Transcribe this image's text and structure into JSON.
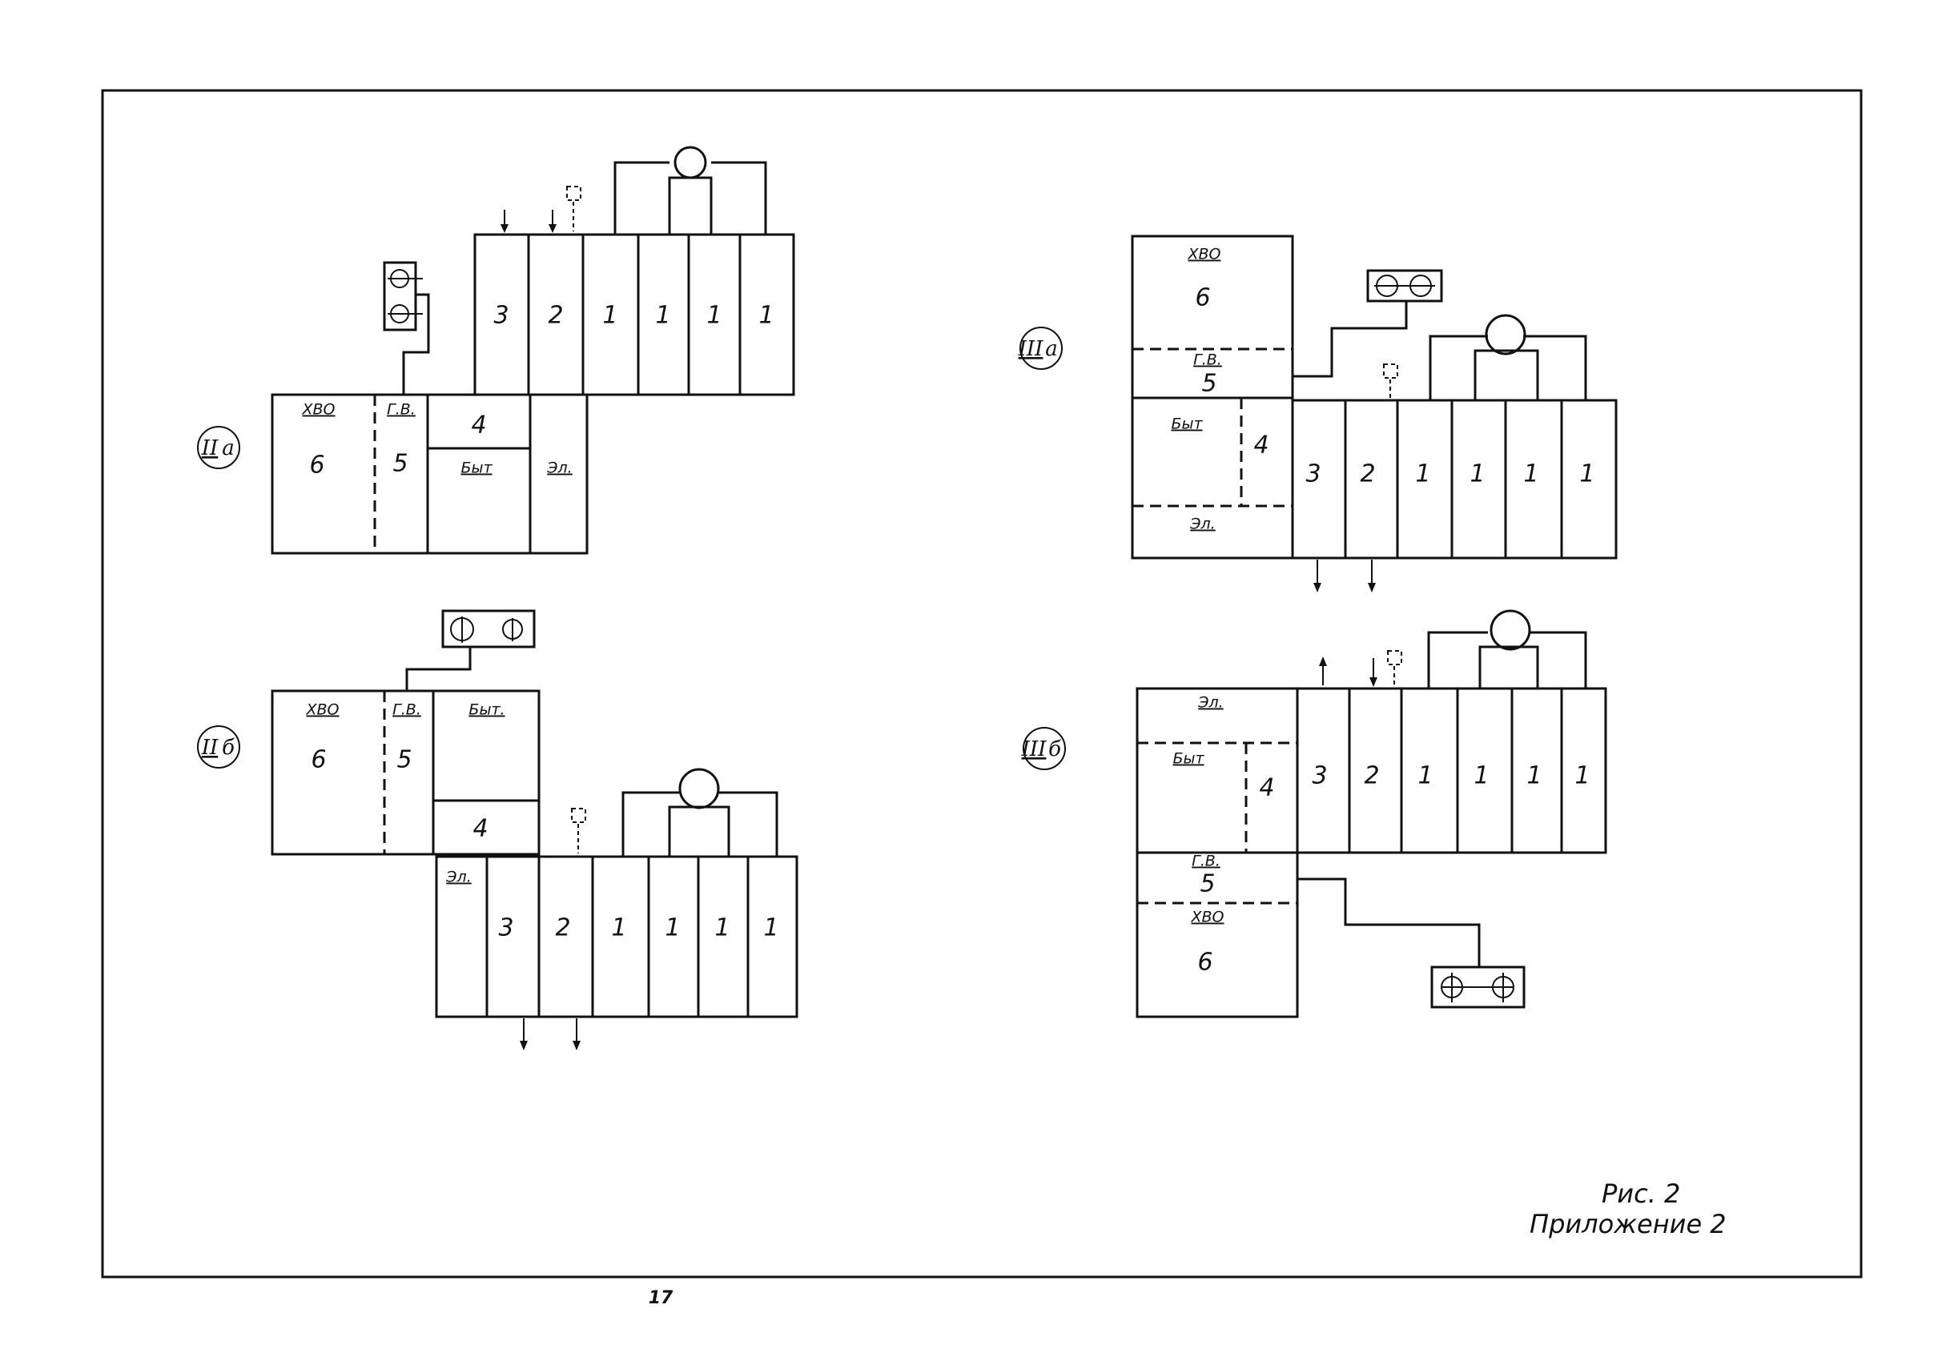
{
  "variants": [
    {
      "id": "IIa",
      "numeral": "II",
      "letter": "a",
      "bays": [
        "3",
        "2",
        "1",
        "1",
        "1",
        "1"
      ],
      "rooms": {
        "hvo": "ХВО",
        "hvo_num": "6",
        "gv": "Г.В.",
        "gv_num": "5",
        "byt": "Быт",
        "byt_num": "4",
        "el": "Эл."
      }
    },
    {
      "id": "IIb",
      "numeral": "II",
      "letter": "б",
      "bays": [
        "3",
        "2",
        "1",
        "1",
        "1",
        "1"
      ],
      "rooms": {
        "hvo": "ХВО",
        "hvo_num": "6",
        "gv": "Г.В.",
        "gv_num": "5",
        "byt": "Быт.",
        "byt_num": "4",
        "el": "Эл."
      }
    },
    {
      "id": "IIIa",
      "numeral": "III",
      "letter": "a",
      "bays": [
        "3",
        "2",
        "1",
        "1",
        "1",
        "1"
      ],
      "rooms": {
        "hvo": "ХВО",
        "hvo_num": "6",
        "gv": "Г.В.",
        "gv_num": "5",
        "byt": "Быт",
        "byt_num": "4",
        "el": "Эл."
      }
    },
    {
      "id": "IIIb",
      "numeral": "III",
      "letter": "б",
      "bays": [
        "3",
        "2",
        "1",
        "1",
        "1",
        "1"
      ],
      "rooms": {
        "hvo": "ХВО",
        "hvo_num": "6",
        "gv": "Г.В.",
        "gv_num": "5",
        "byt": "Быт",
        "byt_num": "4",
        "el": "Эл."
      }
    }
  ],
  "caption": {
    "figure": "Рис. 2",
    "appendix": "Приложение 2"
  },
  "page_number": "17"
}
